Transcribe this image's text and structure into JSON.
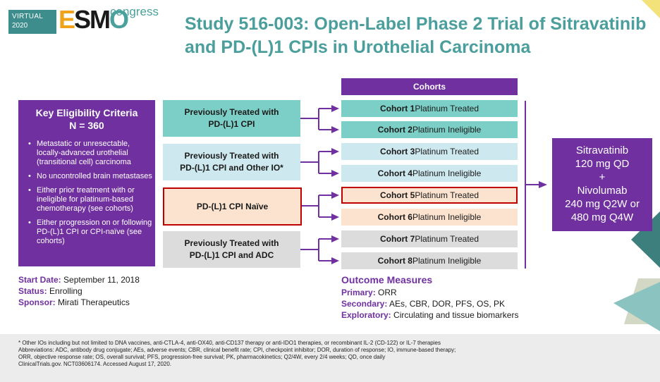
{
  "header": {
    "logo_virtual": "VIRTUAL",
    "logo_year": "2020",
    "logo_esmo": [
      "E",
      "S",
      "M",
      "O"
    ],
    "logo_congress": "congress",
    "title_line1": "Study 516-003: Open-Label Phase 2 Trial of Sitravatinib",
    "title_line2": "and PD-(L)1 CPIs in Urothelial Carcinoma"
  },
  "eligibility": {
    "title": "Key Eligibility Criteria",
    "n": "N = 360",
    "items": [
      "Metastatic or unresectable, locally-advanced urothelial (transitional cell) carcinoma",
      "No uncontrolled brain metastases",
      "Either prior treatment with or ineligible for platinum-based chemotherapy (see cohorts)",
      "Either progression on or following PD-(L)1 CPI or CPI-naïve (see cohorts)"
    ]
  },
  "study_info": {
    "start_label": "Start Date:",
    "start_value": "September 11, 2018",
    "status_label": "Status:",
    "status_value": "Enrolling",
    "sponsor_label": "Sponsor:",
    "sponsor_value": "Mirati Therapeutics"
  },
  "groups": [
    {
      "line1": "Previously Treated with",
      "line2": "PD-(L)1 CPI"
    },
    {
      "line1": "Previously Treated with",
      "line2": "PD-(L)1 CPI and Other IO*"
    },
    {
      "line1": "PD-(L)1 CPI Naïve",
      "line2": ""
    },
    {
      "line1": "Previously Treated with",
      "line2": "PD-(L)1 CPI and ADC"
    }
  ],
  "cohorts_header": "Cohorts",
  "cohorts": [
    {
      "name": "Cohort 1",
      "desc": "Platinum Treated"
    },
    {
      "name": "Cohort 2",
      "desc": "Platinum Ineligible"
    },
    {
      "name": "Cohort 3",
      "desc": "Platinum Treated"
    },
    {
      "name": "Cohort 4",
      "desc": "Platinum Ineligible"
    },
    {
      "name": "Cohort 5",
      "desc": "Platinum Treated"
    },
    {
      "name": "Cohort 6",
      "desc": "Platinum Ineligible"
    },
    {
      "name": "Cohort 7",
      "desc": "Platinum Treated"
    },
    {
      "name": "Cohort 8",
      "desc": "Platinum Ineligible"
    }
  ],
  "treatment": {
    "line1": "Sitravatinib",
    "line2": "120 mg QD",
    "line3": "+",
    "line4": "Nivolumab",
    "line5": "240 mg Q2W or",
    "line6": "480 mg Q4W"
  },
  "outcomes": {
    "title": "Outcome Measures",
    "primary_label": "Primary:",
    "primary_value": "ORR",
    "secondary_label": "Secondary:",
    "secondary_value": "AEs, CBR, DOR, PFS, OS, PK",
    "exploratory_label": "Exploratory:",
    "exploratory_value": "Circulating and tissue biomarkers"
  },
  "footnote": {
    "line1": "* Other IOs including but not limited to DNA vaccines, anti-CTLA-4, anti-OX40, anti-CD137 therapy or anti-IDO1 therapies, or recombinant IL-2 (CD-122) or IL-7 therapies",
    "line2": "Abbreviations: ADC, antibody drug conjugate; AEs, adverse events; CBR, clinical benefit rate; CPI, checkpoint inhibitor; DOR, duration of response; IO, immune-based therapy;",
    "line3": "ORR, objective response rate; OS, overall survival; PFS, progression-free survival; PK, pharmacokinetics; Q2/4W, every 2/4 weeks; QD, once daily",
    "line4": "ClinicalTrials.gov. NCT03606174. Accessed August 17,  2020."
  },
  "colors": {
    "purple": "#7030a0",
    "teal_title": "#4a9e9b",
    "group1": "#7ccfc6",
    "group2": "#cde8ee",
    "group3": "#fbe3d0",
    "group4": "#dcdcdc",
    "highlight_border": "#c00000"
  }
}
